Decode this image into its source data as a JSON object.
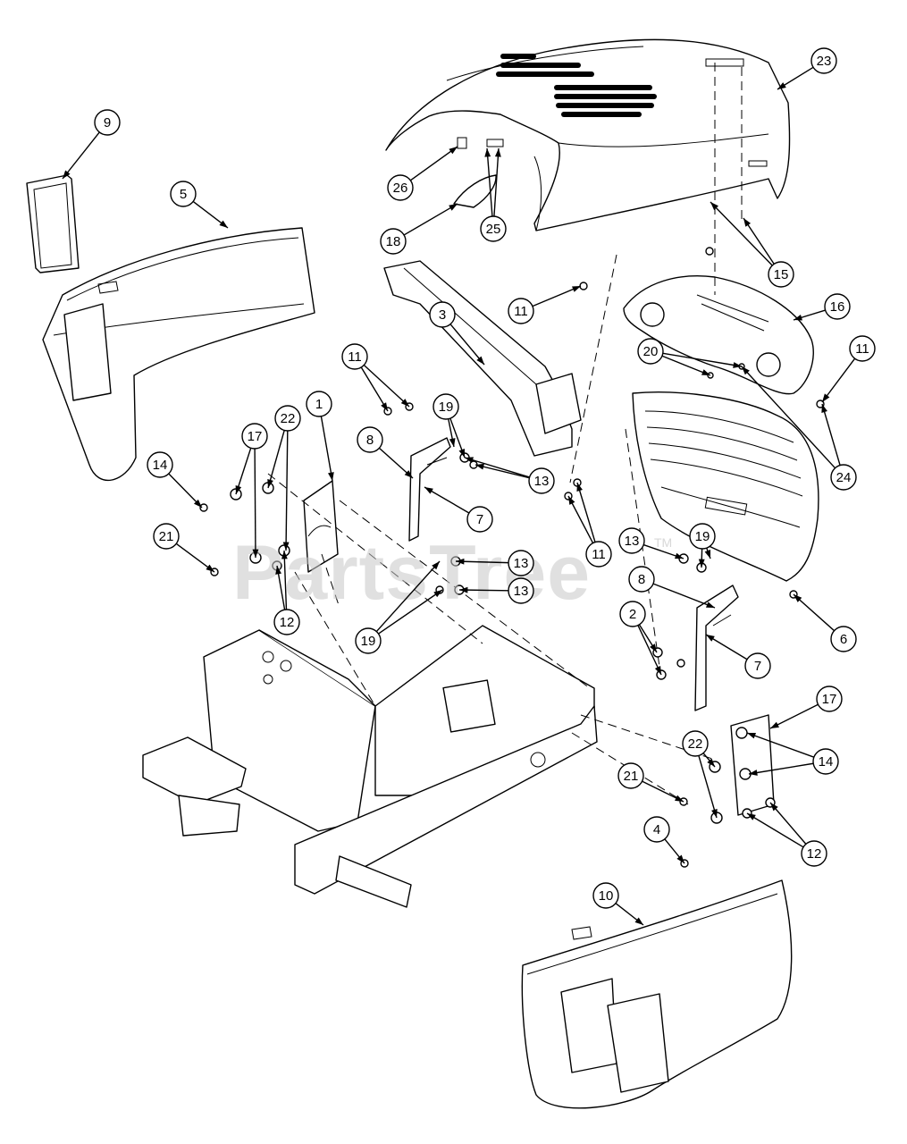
{
  "watermark": {
    "text": "PartsTree",
    "trademark": "TM"
  },
  "callouts": [
    {
      "label": "23",
      "name": "hood"
    },
    {
      "label": "9",
      "name": "decal"
    },
    {
      "label": "5",
      "name": "left-side-panel"
    },
    {
      "label": "26",
      "name": "hood-clip"
    },
    {
      "label": "25",
      "name": "hood-fasteners"
    },
    {
      "label": "18",
      "name": "hood-latch"
    },
    {
      "label": "15",
      "name": "hood-pins"
    },
    {
      "label": "11",
      "name": "screw"
    },
    {
      "label": "3",
      "name": "dash-bracket"
    },
    {
      "label": "16",
      "name": "headlight-housing"
    },
    {
      "label": "20",
      "name": "light-nut"
    },
    {
      "label": "11",
      "name": "screw"
    },
    {
      "label": "11",
      "name": "screw"
    },
    {
      "label": "19",
      "name": "washer"
    },
    {
      "label": "1",
      "name": "left-hood-bracket"
    },
    {
      "label": "22",
      "name": "bushing"
    },
    {
      "label": "17",
      "name": "nut"
    },
    {
      "label": "8",
      "name": "support-rod"
    },
    {
      "label": "13",
      "name": "nut"
    },
    {
      "label": "24",
      "name": "light-screws"
    },
    {
      "label": "14",
      "name": "spring-clip"
    },
    {
      "label": "7",
      "name": "support-strap"
    },
    {
      "label": "21",
      "name": "bolt"
    },
    {
      "label": "11",
      "name": "screw"
    },
    {
      "label": "13",
      "name": "nut"
    },
    {
      "label": "19",
      "name": "washer"
    },
    {
      "label": "13",
      "name": "nut"
    },
    {
      "label": "12",
      "name": "bolt"
    },
    {
      "label": "8",
      "name": "support-rod"
    },
    {
      "label": "19",
      "name": "washer"
    },
    {
      "label": "6",
      "name": "front-grille"
    },
    {
      "label": "13",
      "name": "nut"
    },
    {
      "label": "7",
      "name": "support-strap"
    },
    {
      "label": "2",
      "name": "right-hood-bracket"
    },
    {
      "label": "17",
      "name": "nut"
    },
    {
      "label": "22",
      "name": "bushing"
    },
    {
      "label": "14",
      "name": "spring-clip"
    },
    {
      "label": "21",
      "name": "bolt"
    },
    {
      "label": "12",
      "name": "bolt"
    },
    {
      "label": "4",
      "name": "right-side-panel"
    },
    {
      "label": "10",
      "name": "decal"
    }
  ]
}
